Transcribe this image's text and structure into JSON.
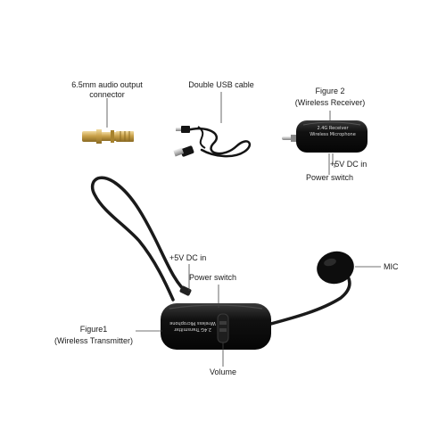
{
  "labels": {
    "connector_line1": "6.5mm audio output",
    "connector_line2": "connector",
    "usb_cable": "Double USB cable",
    "figure2": "Figure 2",
    "wireless_receiver": "(Wireless Receiver)",
    "receiver_dc_in": "+5V DC in",
    "receiver_power_switch": "Power switch",
    "transmitter_dc_in": "+5V DC in",
    "transmitter_power_switch": "Power switch",
    "mic": "MIC",
    "figure1": "Figure1",
    "wireless_transmitter": "(Wireless Transmitter)",
    "volume": "Volume"
  },
  "device_text": {
    "receiver_line1": "2.4G Receiver",
    "receiver_line2": "Wireless Microphone",
    "transmitter_line1": "2.4G Transmitter",
    "transmitter_line2": "Wireless Microphone"
  },
  "colors": {
    "device_body": "#0c0c0c",
    "gold": "#c9a14a",
    "label_text": "#1a1a1a",
    "leader_line": "#444444"
  }
}
